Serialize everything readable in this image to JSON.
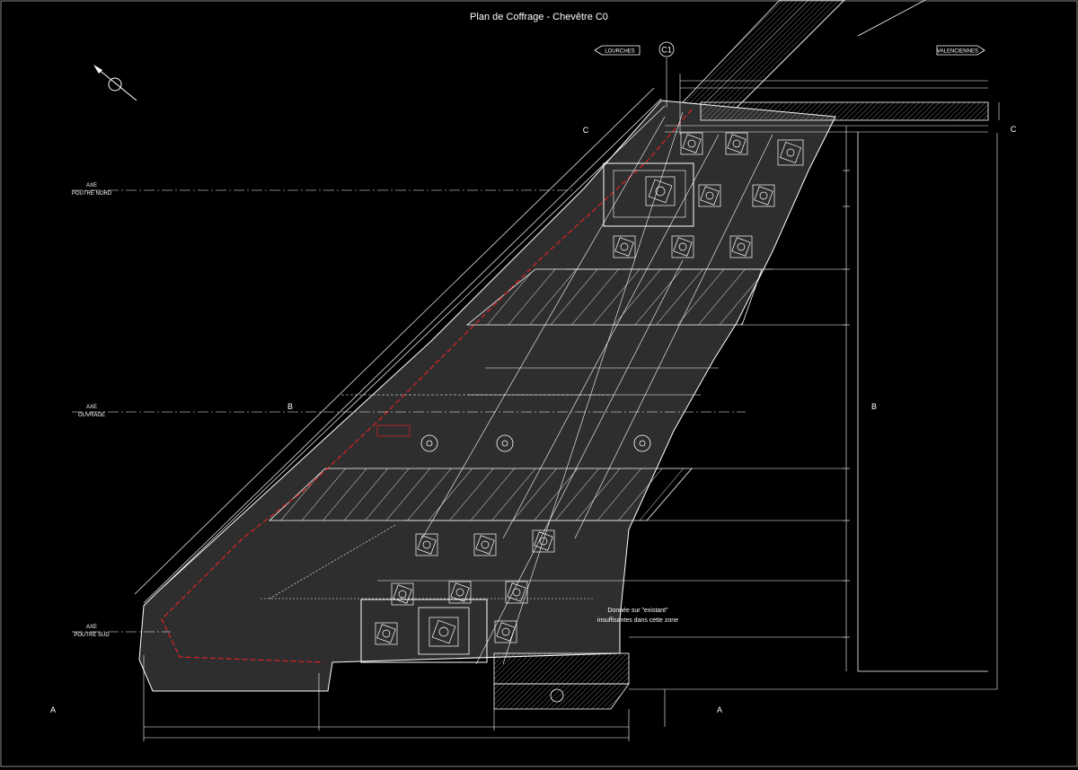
{
  "drawing": {
    "title": "Plan de Coffrage - Chevêtre C0",
    "directions": {
      "left": "LOURCHES",
      "right": "VALENCIENNES"
    },
    "gridlines": {
      "c1": "C1",
      "c": "C",
      "c_right": "C",
      "b": "B",
      "b_right": "B",
      "a_left": "A",
      "a_right": "A"
    },
    "axes": [
      {
        "line1": "AXE",
        "line2": "POUTRE NORD"
      },
      {
        "line1": "AXE",
        "line2": "OUVRAGE"
      },
      {
        "line1": "AXE",
        "line2": "POUTRE SUD"
      }
    ],
    "note": {
      "line1": "Donnée sur \"existant\"",
      "line2": "insuffisantes dans cette zone"
    },
    "colors": {
      "background": "#000000",
      "line": "#ffffff",
      "slab": "#2e2e2e",
      "red_axis": "#ff2020"
    }
  }
}
